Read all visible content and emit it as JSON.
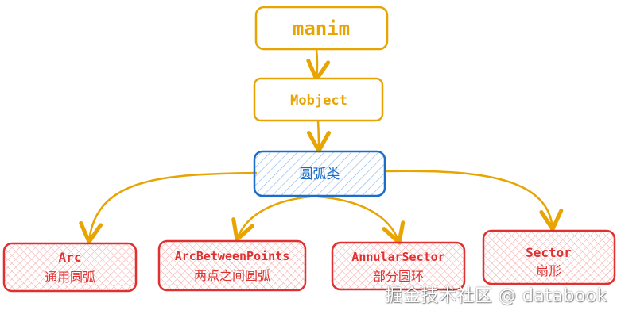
{
  "colors": {
    "orange": "#e8a400",
    "blue_stroke": "#1c6dc7",
    "blue_hatch": "#8fb8e8",
    "red_stroke": "#e03131",
    "red_hatch": "#f4a3a3",
    "text_red": "#e03131",
    "text_orange": "#e8a400",
    "text_blue": "#1c6dc7"
  },
  "nodes": {
    "manim": {
      "label": "manim"
    },
    "mobject": {
      "label": "Mobject"
    },
    "arc_class": {
      "label": "圆弧类"
    },
    "arc": {
      "title": "Arc",
      "subtitle": "通用圆弧"
    },
    "arc_between_points": {
      "title": "ArcBetweenPoints",
      "subtitle": "两点之间圆弧"
    },
    "annular_sector": {
      "title": "AnnularSector",
      "subtitle": "部分圆环"
    },
    "sector": {
      "title": "Sector",
      "subtitle": "扇形"
    }
  },
  "watermark": "掘金技术社区 @ databook"
}
